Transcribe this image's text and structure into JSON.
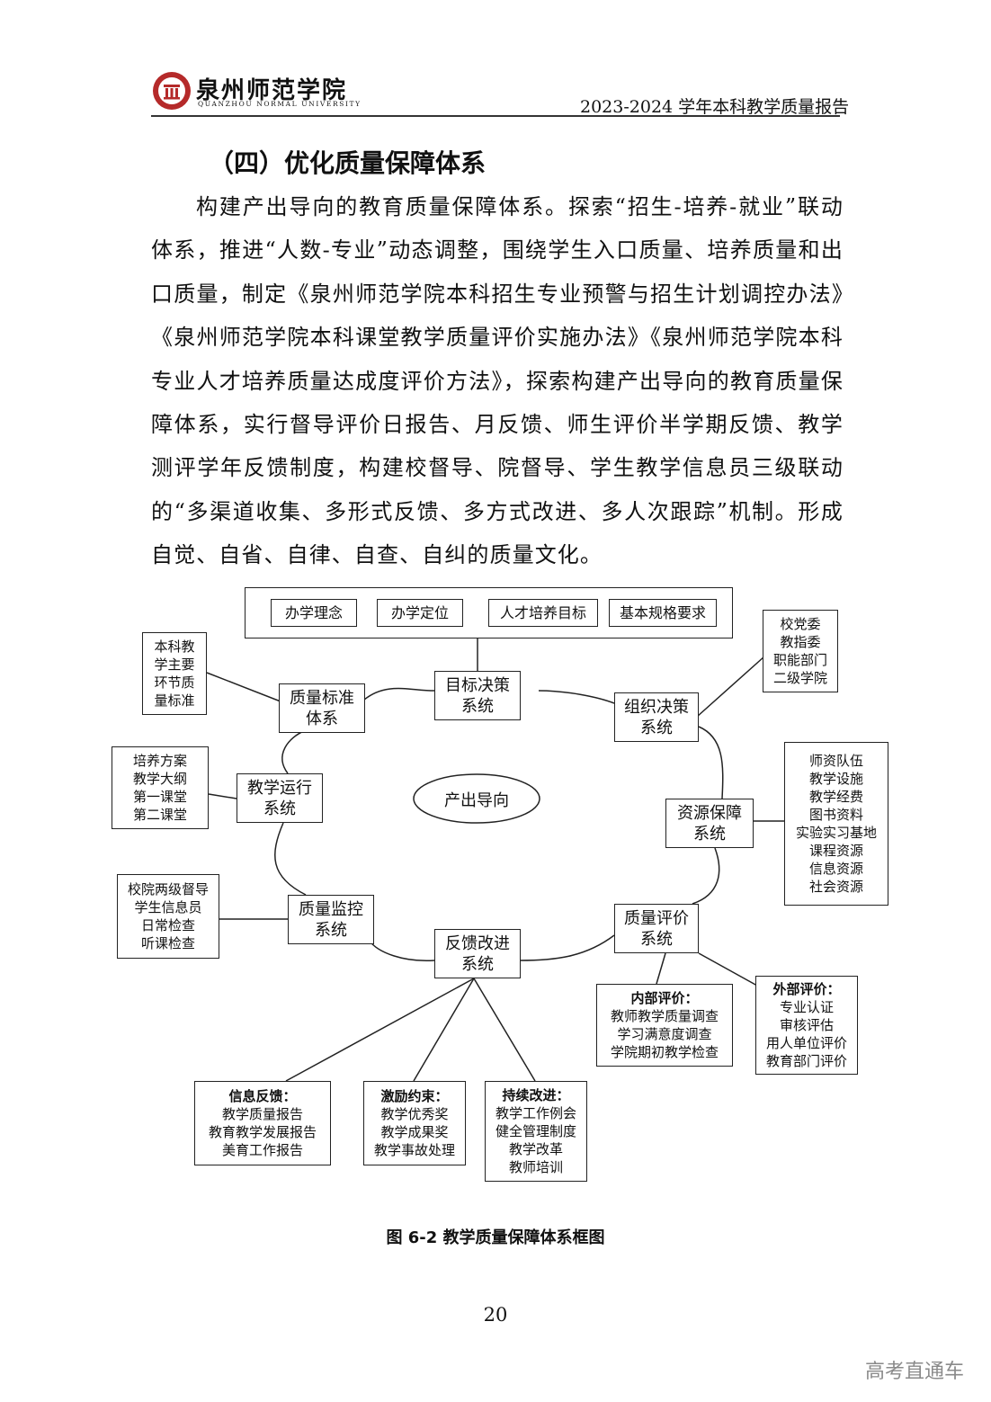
{
  "header": {
    "school_name_cn": "泉州师范学院",
    "school_name_en": "QUANZHOU NORMAL UNIVERSITY",
    "report_title": "2023-2024 学年本科教学质量报告"
  },
  "section": {
    "heading": "（四）优化质量保障体系",
    "paragraph": "构建产出导向的教育质量保障体系。探索“招生-培养-就业”联动体系，推进“人数-专业”动态调整，围绕学生入口质量、培养质量和出口质量，制定《泉州师范学院本科招生专业预警与招生计划调控办法》《泉州师范学院本科课堂教学质量评价实施办法》《泉州师范学院本科专业人才培养质量达成度评价方法》，探索构建产出导向的教育质量保障体系，实行督导评价日报告、月反馈、师生评价半学期反馈、教学测评学年反馈制度，构建校督导、院督导、学生教学信息员三级联动的“多渠道收集、多形式反馈、多方式改进、多人次跟踪”机制。形成自觉、自省、自律、自查、自纠的质量文化。"
  },
  "diagram": {
    "top_items": [
      "办学理念",
      "办学定位",
      "人才培养目标",
      "基本规格要求"
    ],
    "center": "产出导向",
    "systems": {
      "goal": [
        "目标决策",
        "系统"
      ],
      "org": [
        "组织决策",
        "系统"
      ],
      "resource": [
        "资源保障",
        "系统"
      ],
      "evaluation": [
        "质量评价",
        "系统"
      ],
      "feedback": [
        "反馈改进",
        "系统"
      ],
      "monitor": [
        "质量监控",
        "系统"
      ],
      "operation": [
        "教学运行",
        "系统"
      ],
      "standard": [
        "质量标准",
        "体系"
      ]
    },
    "side_boxes": {
      "standard": [
        "本科教",
        "学主要",
        "环节质",
        "量标准"
      ],
      "org": [
        "校党委",
        "教指委",
        "职能部门",
        "二级学院"
      ],
      "operation": [
        "培养方案",
        "教学大纲",
        "第一课堂",
        "第二课堂"
      ],
      "resource": [
        "师资队伍",
        "教学设施",
        "教学经费",
        "图书资料",
        "实验实习基地",
        "课程资源",
        "信息资源",
        "社会资源"
      ],
      "monitor": [
        "校院两级督导",
        "学生信息员",
        "日常检查",
        "听课检查"
      ],
      "internal": {
        "title": "内部评价：",
        "items": [
          "教师教学质量调查",
          "学习满意度调查",
          "学院期初教学检查"
        ]
      },
      "external": {
        "title": "外部评价：",
        "items": [
          "专业认证",
          "审核评估",
          "用人单位评价",
          "教育部门评价"
        ]
      },
      "info": {
        "title": "信息反馈：",
        "items": [
          "教学质量报告",
          "教育教学发展报告",
          "美育工作报告"
        ]
      },
      "incentive": {
        "title": "激励约束：",
        "items": [
          "教学优秀奖",
          "教学成果奖",
          "教学事故处理"
        ]
      },
      "improve": {
        "title": "持续改进：",
        "items": [
          "教学工作例会",
          "健全管理制度",
          "教学改革",
          "教师培训"
        ]
      }
    },
    "caption": "图 6-2  教学质量保障体系框图"
  },
  "page_number": "20",
  "watermark": "高考直通车"
}
